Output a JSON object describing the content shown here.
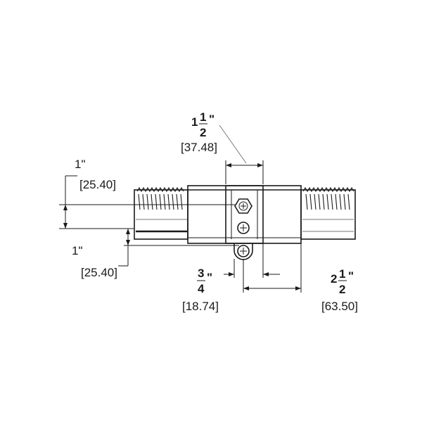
{
  "dimensions": {
    "top_width": {
      "whole": "1",
      "num": "1",
      "den": "2",
      "unit": "\"",
      "metric": "[37.48]"
    },
    "upper_offset": {
      "value": "1\"",
      "metric": "[25.40]"
    },
    "lower_offset": {
      "value": "1\"",
      "metric": "[25.40]"
    },
    "tab_width": {
      "num": "3",
      "den": "4",
      "unit": "\"",
      "metric": "[18.74]"
    },
    "body_width": {
      "whole": "2",
      "num": "1",
      "den": "2",
      "unit": "\"",
      "metric": "[63.50]"
    }
  }
}
